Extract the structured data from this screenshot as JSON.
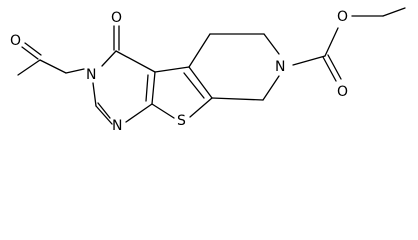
{
  "diagram": {
    "atom_labels": {
      "ketone_oxygen": "O",
      "carbonyl_oxygen": "O",
      "n3": "N",
      "n1": "N",
      "sulfur": "S",
      "n7": "N",
      "ester_oxygen_double": "O",
      "ester_oxygen_single": "O"
    }
  }
}
